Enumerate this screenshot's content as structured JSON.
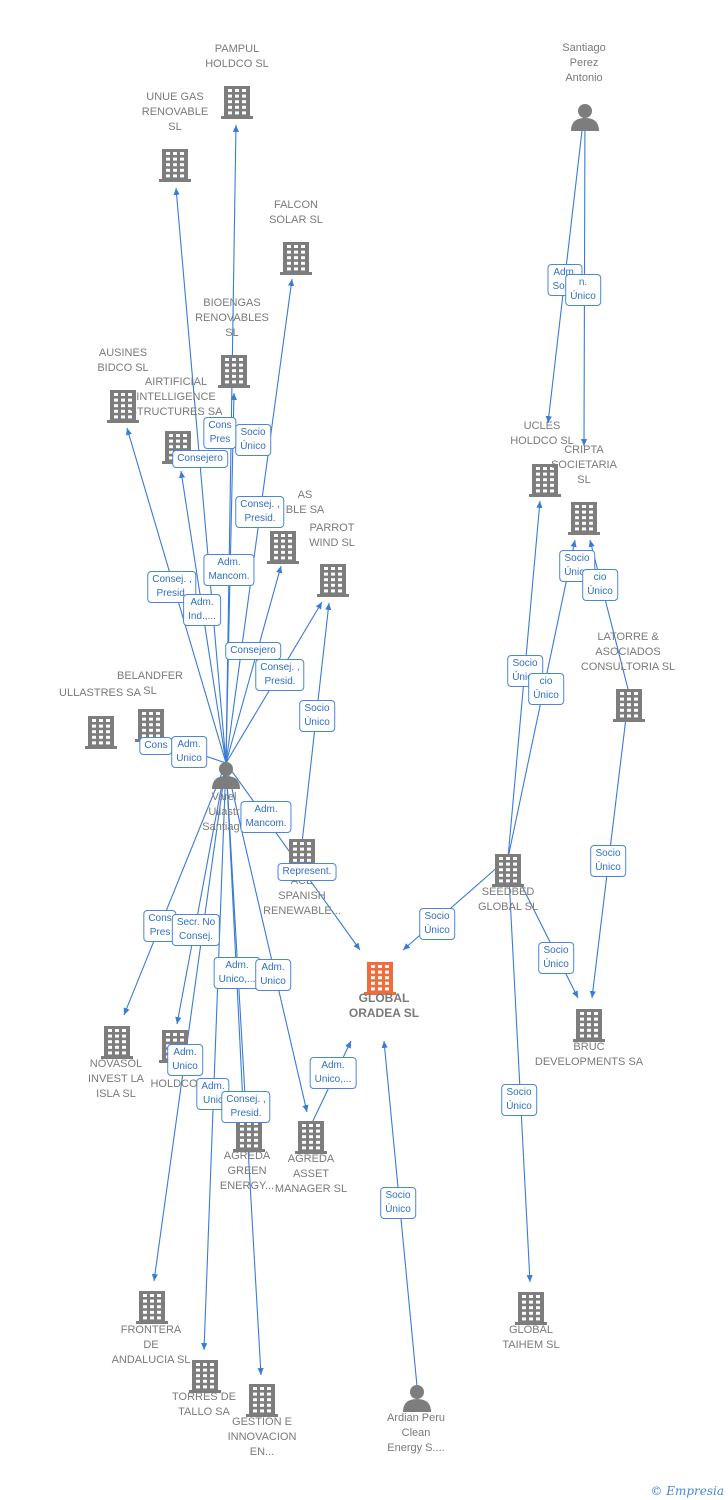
{
  "colors": {
    "edge": "#3a7bd5",
    "node": "#7d7d7d",
    "focus": "#f26b3a"
  },
  "nodes": [
    {
      "id": "pampul",
      "type": "company",
      "label": "PAMPUL\nHOLDCO  SL"
    },
    {
      "id": "unue",
      "type": "company",
      "label": "UNUE GAS\nRENOVABLE\nSL"
    },
    {
      "id": "falcon",
      "type": "company",
      "label": "FALCON\nSOLAR  SL"
    },
    {
      "id": "bioengas",
      "type": "company",
      "label": "BIOENGAS\nRENOVABLES\nSL"
    },
    {
      "id": "ausines",
      "type": "company",
      "label": "AUSINES\nBIDCO  SL"
    },
    {
      "id": "airtificial",
      "type": "company",
      "label": "AIRTIFICIAL\nINTELLIGENCE\nSTRUCTURES SA"
    },
    {
      "id": "gas_renov",
      "type": "company",
      "label": "AS\nBLE SA"
    },
    {
      "id": "parrot",
      "type": "company",
      "label": "PARROT\nWIND  SL"
    },
    {
      "id": "belandfer",
      "type": "company",
      "label": "BELANDFER\nSL"
    },
    {
      "id": "ullastres",
      "type": "company",
      "label": "ULLASTRES SA"
    },
    {
      "id": "varela",
      "type": "person",
      "label": "Varel\nUllastr\nSantiago"
    },
    {
      "id": "ace",
      "type": "company",
      "label": "ACE\nSPANISH\nRENEWABLE..."
    },
    {
      "id": "global_oradea",
      "type": "focus",
      "label": "GLOBAL\nORADEA  SL"
    },
    {
      "id": "santiago",
      "type": "person",
      "label": "Santiago\nPerez\nAntonio"
    },
    {
      "id": "ucles",
      "type": "company",
      "label": "UCLES\nHOLDCO  SL"
    },
    {
      "id": "cripta",
      "type": "company",
      "label": "CRIPTA\nSOCIETARIA\nSL"
    },
    {
      "id": "latorre",
      "type": "company",
      "label": "LATORRE &\nASOCIADOS\nCONSULTORIA SL"
    },
    {
      "id": "seedbed",
      "type": "company",
      "label": "SEEDBED\nGLOBAL  SL"
    },
    {
      "id": "bruc",
      "type": "company",
      "label": "BRUC\nDEVELOPMENTS SA"
    },
    {
      "id": "novasol",
      "type": "company",
      "label": "NOVASOL\nINVEST LA\nISLA SL"
    },
    {
      "id": "pa_holdco",
      "type": "company",
      "label": "PA\nHOLDCO"
    },
    {
      "id": "agreda_green",
      "type": "company",
      "label": "AGREDA\nGREEN\nENERGY..."
    },
    {
      "id": "agreda_asset",
      "type": "company",
      "label": "AGREDA\nASSET\nMANAGER  SL"
    },
    {
      "id": "frontera",
      "type": "company",
      "label": "FRONTERA\nDE\nANDALUCIA SL"
    },
    {
      "id": "torres",
      "type": "company",
      "label": "TORRES DE\nTALLO SA"
    },
    {
      "id": "gestion",
      "type": "company",
      "label": "GESTION E\nINNOVACION\nEN..."
    },
    {
      "id": "ardian",
      "type": "person",
      "label": "Ardian Peru\nClean\nEnergy S...."
    },
    {
      "id": "global_taihem",
      "type": "company",
      "label": "GLOBAL\nTAIHEM SL"
    }
  ],
  "edge_labels": [
    "Adm.\nSolid.",
    "n.\nÚnico",
    "Consejero",
    "Socio\nÚnico",
    "Cons\nPres",
    "Consej. ,\nPresid.",
    "Adm.\nMancom.",
    "Consej. ,\nPresid.",
    "Adm.\nInd.,...",
    "Consejero",
    "Consej. ,\nPresid.",
    "Socio\nÚnico",
    "Cons",
    "Adm.\nUnico",
    "Adm.\nMancom.",
    "Represent.",
    "Socio\nÚnico",
    "Socio\nÚnico",
    "cio\nÚnico",
    "Socio\nÚnico",
    "cio\nÚnico",
    "Socio\nÚnico",
    "Socio\nÚnico",
    "Socio\nÚnico",
    "Cons\nPres",
    "Secr.  No\nConsej.",
    "Adm.\nUnico,...",
    "Adm.\nUnico",
    "Adm.\nUnico,...",
    "Adm.\nUnico",
    "Adm.\nUnic",
    "Consej. ,\nPresid.",
    "Socio\nÚnico"
  ],
  "credit": "© Empresia"
}
